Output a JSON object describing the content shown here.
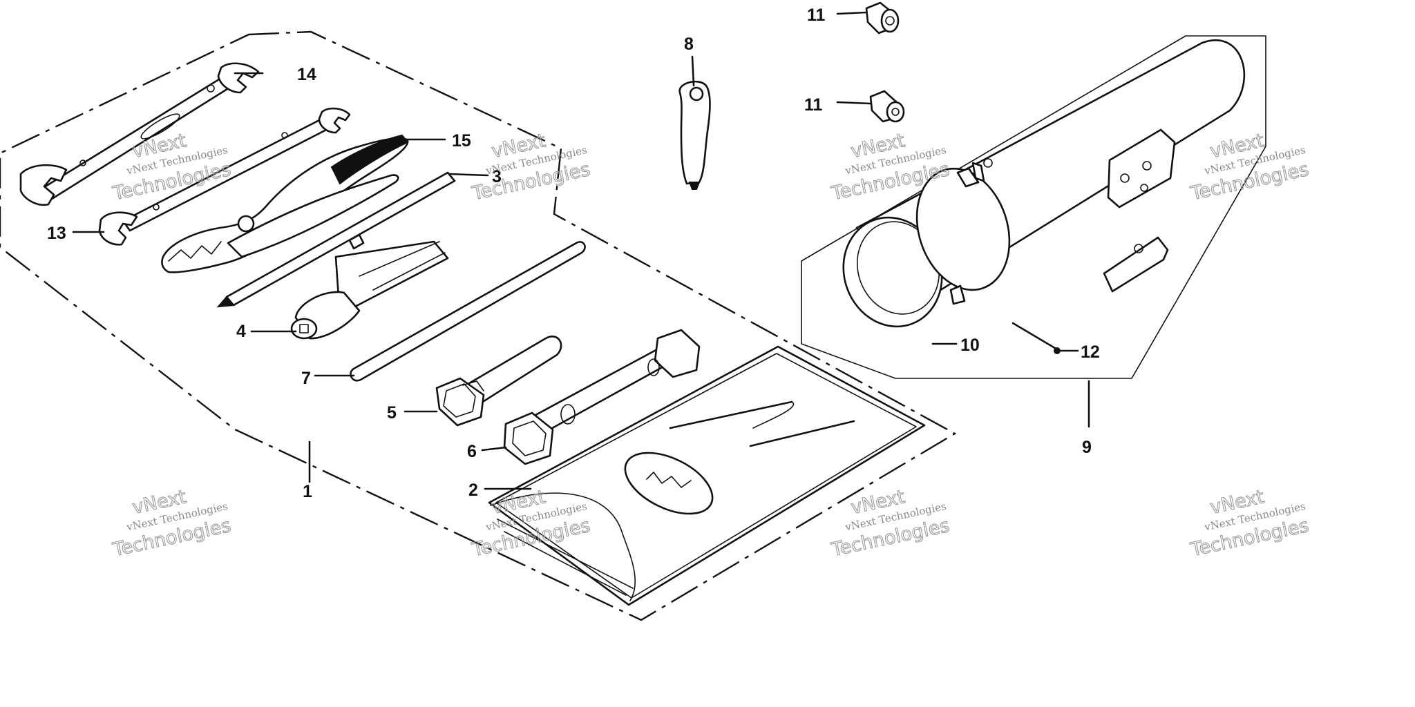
{
  "callouts": {
    "kit": "1",
    "pouch": "2",
    "screwdriver": "3",
    "spark_plug_wrench": "4",
    "socket": "5",
    "box_wrench": "6",
    "handle_bar": "7",
    "screwdriver_grip": "8",
    "case_assembly": "9",
    "case_cap": "10",
    "bolt_upper": "11",
    "bolt_lower": "11",
    "pin": "12",
    "wrench_small": "13",
    "wrench_large": "14",
    "pliers": "15"
  },
  "watermark": {
    "line1": "vNext",
    "line2": "vNext Technologies",
    "line3": "Technologies"
  },
  "colors": {
    "ink": "#111111",
    "watermark": "#8a8a8a",
    "background": "#ffffff"
  }
}
